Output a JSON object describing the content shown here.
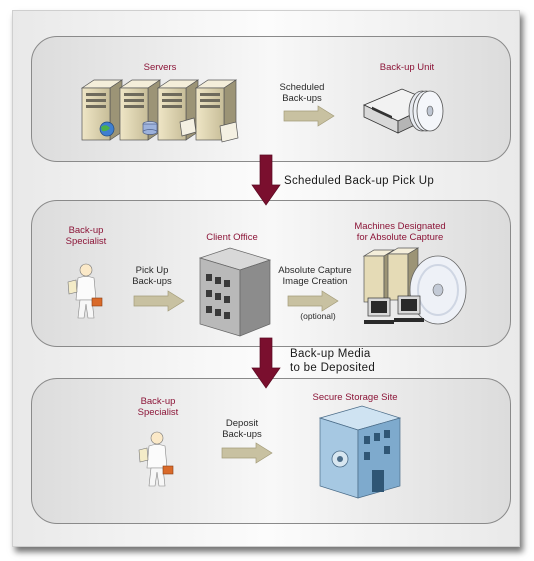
{
  "section1": {
    "servers_label": "Servers",
    "backup_unit_label": "Back-up Unit",
    "arrow_label": "Scheduled\nBack-ups"
  },
  "transition1": {
    "label": "Scheduled Back-up Pick Up"
  },
  "section2": {
    "specialist_label": "Back-up\nSpecialist",
    "client_office_label": "Client Office",
    "machines_label": "Machines Designated\nfor Absolute Capture",
    "pickup_label": "Pick Up\nBack-ups",
    "capture_label": "Absolute Capture\nImage Creation",
    "optional_label": "(optional)"
  },
  "transition2": {
    "label": "Back-up Media\nto be Deposited"
  },
  "section3": {
    "specialist_label": "Back-up\nSpecialist",
    "storage_label": "Secure Storage Site",
    "deposit_label": "Deposit\nBack-ups"
  },
  "colors": {
    "label_red": "#8c1538",
    "arrow_red": "#7a0f2e",
    "arrow_tan": "#c8c1a1"
  }
}
